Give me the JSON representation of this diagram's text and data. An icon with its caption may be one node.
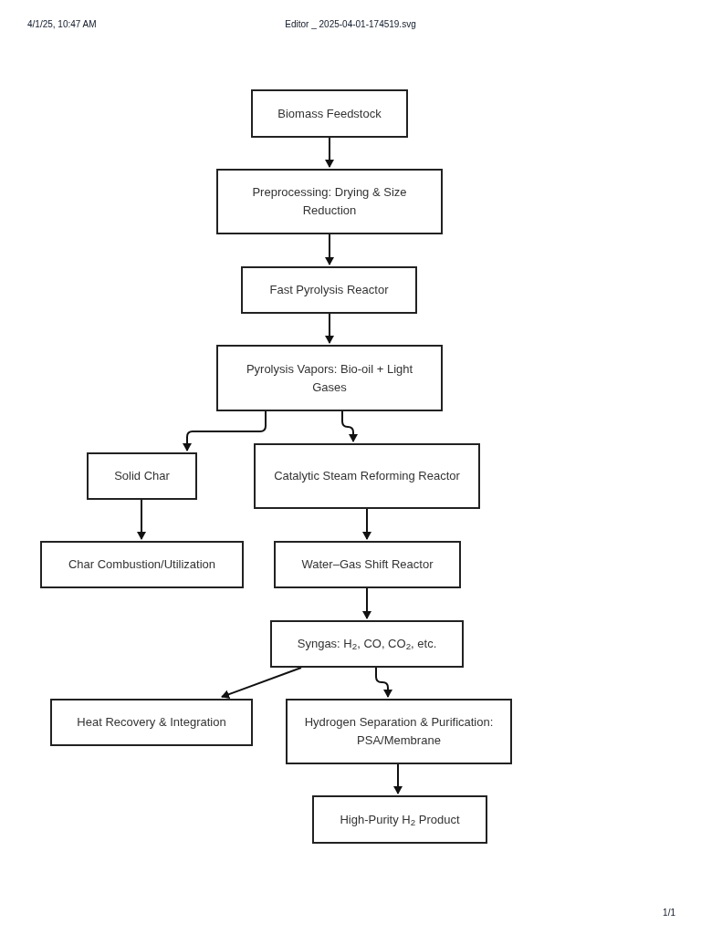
{
  "diagram": {
    "nodes": [
      {
        "text": [
          "Biomass Feedstock"
        ]
      },
      {
        "text": [
          "Preprocessing: Drying & Size Reduction"
        ]
      },
      {
        "text": [
          "Fast Pyrolysis Reactor"
        ]
      },
      {
        "text": [
          "Pyrolysis Vapors: Bio-oil + Light Gases"
        ]
      },
      {
        "text": [
          "Solid Char"
        ]
      },
      {
        "text": [
          "Catalytic Steam Reforming Reactor"
        ]
      },
      {
        "text": [
          "Char Combustion/Utilization"
        ]
      },
      {
        "text": [
          "Water–Gas Shift Reactor"
        ]
      },
      {
        "text": [
          "Syngas: H$_{2}$, CO, CO$_{2}$, etc."
        ]
      },
      {
        "text": [
          "Heat Recovery & Integration"
        ]
      },
      {
        "text": [
          "Hydrogen Separation & Purification: PSA/Membrane"
        ]
      },
      {
        "text": [
          "High-Purity H$_{2}$ Product"
        ]
      }
    ],
    "edges": [
      {
        "from": 0,
        "to": 1,
        "arrow": "to"
      },
      {
        "from": 1,
        "to": 2,
        "arrow": "to"
      },
      {
        "from": 2,
        "to": 3,
        "arrow": "to"
      },
      {
        "from": 3,
        "to": 4,
        "arrow": "to"
      },
      {
        "from": 3,
        "to": 5,
        "arrow": "to"
      },
      {
        "from": 4,
        "to": 6,
        "arrow": "to"
      },
      {
        "from": 5,
        "to": 7,
        "arrow": "to"
      },
      {
        "from": 7,
        "to": 8,
        "arrow": "to"
      },
      {
        "from": 8,
        "to": 9,
        "arrow": "to"
      },
      {
        "from": 8,
        "to": 10,
        "arrow": "to"
      },
      {
        "from": 10,
        "to": 11,
        "arrow": "to"
      }
    ],
    "labels": [
      "4/1/25, 10:47 AM",
      "Editor _ 2025-04-01-174519.svg",
      "1/1"
    ]
  }
}
